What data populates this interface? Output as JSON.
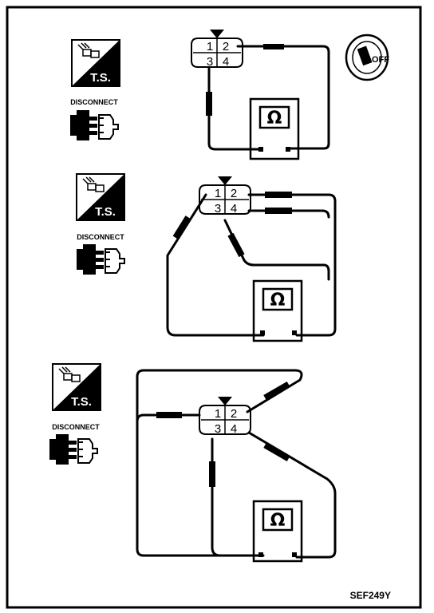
{
  "figure_id": "SEF249Y",
  "ts_label": "T.S.",
  "disconnect_label": "DISCONNECT",
  "ignition_label": "OFF",
  "ohm_symbol": "Ω",
  "pins": [
    "1",
    "2",
    "3",
    "4"
  ],
  "colors": {
    "ink": "#000000",
    "paper": "#ffffff"
  }
}
